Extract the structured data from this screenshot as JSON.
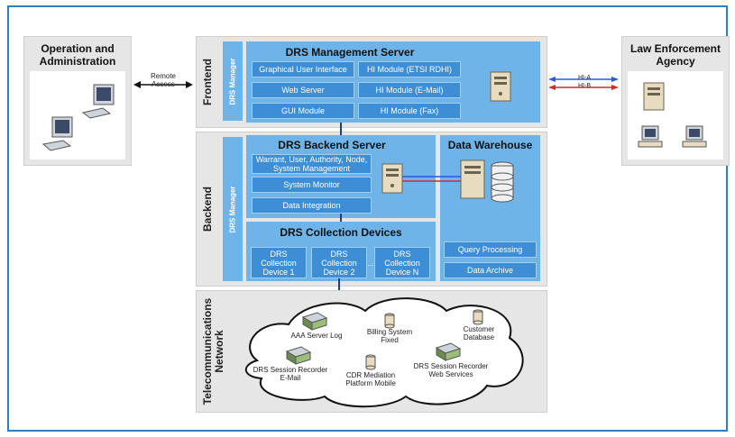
{
  "operation": {
    "title": "Operation and Administration",
    "remote_access": "Remote Access"
  },
  "law": {
    "title": "Law Enforcement Agency",
    "hi_a": "HI-A",
    "hi_b": "HI-B"
  },
  "frontend": {
    "label": "Frontend",
    "manager": "DRS Manager",
    "server_title": "DRS Management Server",
    "modules": [
      "Graphical User Interface",
      "HI Module (ETSI RDHI)",
      "Web Server",
      "HI Module (E-Mail)",
      "GUI Module",
      "HI Module (Fax)"
    ]
  },
  "backend": {
    "label": "Backend",
    "manager": "DRS Manager",
    "server_title": "DRS Backend Server",
    "modules": [
      "Warrant, User, Authority, Node, System Management",
      "System Monitor",
      "Data Integration"
    ],
    "collection_title": "DRS Collection Devices",
    "devices": [
      [
        "DRS",
        "Collection",
        "Device 1"
      ],
      [
        "DRS",
        "Collection",
        "Device 2"
      ],
      [
        "DRS",
        "Collection",
        "Device N"
      ]
    ],
    "ellipsis": "...",
    "warehouse_title": "Data Warehouse",
    "warehouse_modules": [
      "Query Processing",
      "Data Archive"
    ]
  },
  "telecom": {
    "label": [
      "Telecommunications",
      "Network"
    ],
    "items": [
      [
        "AAA Server Log"
      ],
      [
        "Billing System",
        "Fixed"
      ],
      [
        "Customer",
        "Database"
      ],
      [
        "DRS Session Recorder",
        "E-Mail"
      ],
      [
        "CDR Mediation",
        "Platform Mobile"
      ],
      [
        "DRS Session Recorder",
        "Web Services"
      ]
    ]
  },
  "colors": {
    "frame": "#2d7fc1",
    "panel_blue": "#6fb4e8",
    "module_blue": "#3e8ed6",
    "gray": "#e6e6e6",
    "hi_a": "#2a5bd7",
    "hi_b": "#d62a2a"
  }
}
